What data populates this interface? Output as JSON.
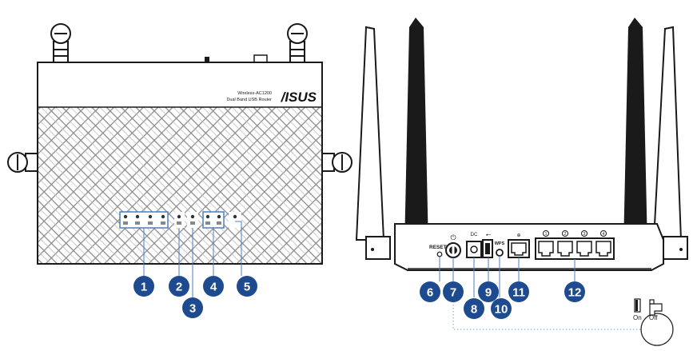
{
  "top_view": {
    "model_line1": "Wireless-AC1200",
    "model_line2": "Dual Band USB Router",
    "brand": "/ISUS"
  },
  "rear_view": {
    "reset_label": "RESET",
    "power_symbol": "⏻",
    "dc_label": "DC",
    "usb_symbol": "⭠",
    "wps_label": "WPS",
    "lan_numbers": [
      "1",
      "2",
      "3",
      "4"
    ],
    "switch_on": "On",
    "switch_off": "Off"
  },
  "callouts": [
    "1",
    "2",
    "3",
    "4",
    "5",
    "6",
    "7",
    "8",
    "9",
    "10",
    "11",
    "12"
  ]
}
